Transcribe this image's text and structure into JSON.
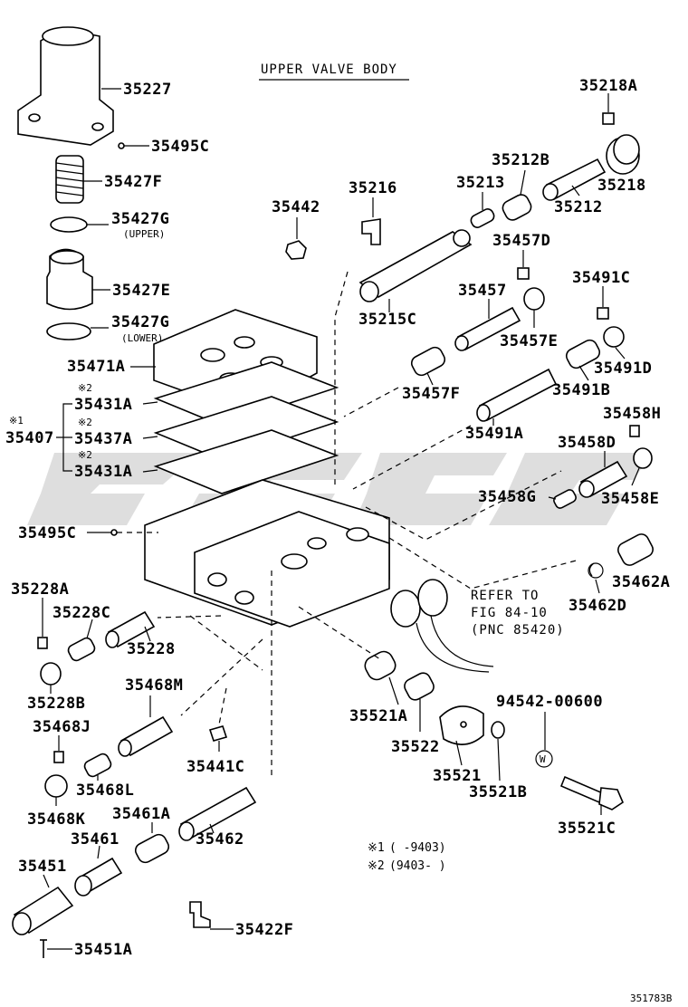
{
  "diagram": {
    "title": "UPPER VALVE BODY",
    "image_code": "351783B",
    "reference": {
      "line1": "REFER TO",
      "line2": "FIG 84-10",
      "line3": "(PNC 85420)"
    },
    "footnotes": [
      {
        "mark": "※1",
        "text": "(      -9403)"
      },
      {
        "mark": "※2",
        "text": "(9403-      )"
      }
    ],
    "callouts": {
      "p35227": "35227",
      "p35495c_top": "35495C",
      "p35427f": "35427F",
      "p35427g_upper": "35427G",
      "upper_note": "(UPPER)",
      "p35427e": "35427E",
      "p35427g_lower": "35427G",
      "lower_note": "(LOWER)",
      "p35471a": "35471A",
      "p35431a_top": "35431A",
      "p35437a": "35437A",
      "p35431a_bottom": "35431A",
      "p35407": "35407",
      "mark1": "※1",
      "mark2a": "※2",
      "mark2b": "※2",
      "mark2c": "※2",
      "p35495c_bottom": "35495C",
      "p35218a": "35218A",
      "p35212b": "35212B",
      "p35213": "35213",
      "p35218": "35218",
      "p35212": "35212",
      "p35216": "35216",
      "p35442": "35442",
      "p35457d": "35457D",
      "p35215c": "35215C",
      "p35457": "35457",
      "p35457e": "35457E",
      "p35491c": "35491C",
      "p35491d": "35491D",
      "p35457f": "35457F",
      "p35491b": "35491B",
      "p35491a": "35491A",
      "p35458h": "35458H",
      "p35458d": "35458D",
      "p35458g": "35458G",
      "p35458e": "35458E",
      "p35462a": "35462A",
      "p35462d": "35462D",
      "p35228a": "35228A",
      "p35228c": "35228C",
      "p35228": "35228",
      "p35228b": "35228B",
      "p35468m": "35468M",
      "p35468j": "35468J",
      "p35441c": "35441C",
      "p35468l": "35468L",
      "p35468k": "35468K",
      "p35461a": "35461A",
      "p35461": "35461",
      "p35462": "35462",
      "p35451": "35451",
      "p35422f": "35422F",
      "p35451a": "35451A",
      "p35521a": "35521A",
      "p35522": "35522",
      "p35521": "35521",
      "p35521b": "35521B",
      "p94542": "94542-00600",
      "w_mark": "W",
      "p35521c": "35521C"
    }
  }
}
